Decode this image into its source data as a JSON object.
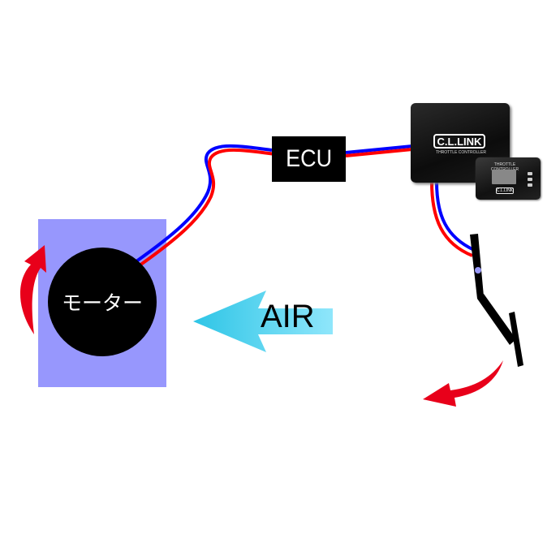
{
  "diagram": {
    "motor": {
      "label": "モーター"
    },
    "ecu": {
      "label": "ECU"
    },
    "airflow": {
      "label": "AIR",
      "direction": "left"
    },
    "controller": {
      "brand": "C.L.LINK",
      "subtitle": "THROTTLE CONTROLLER",
      "remote_title": "THROTTLE CONTROLLER",
      "remote_brand": "C.L.LINK"
    },
    "pedal": {
      "label": ""
    },
    "rotation_arrows": [
      "motor-rotation",
      "pedal-press"
    ],
    "colors": {
      "motor_panel": "#9797fd",
      "wire_positive": "#ff0000",
      "wire_negative": "#0000ff",
      "arrow_red": "#e8001a",
      "air_arrow_start": "#2ec5e6",
      "air_arrow_end": "#8fe6fb",
      "pedal_pivot": "#9898f8"
    }
  }
}
